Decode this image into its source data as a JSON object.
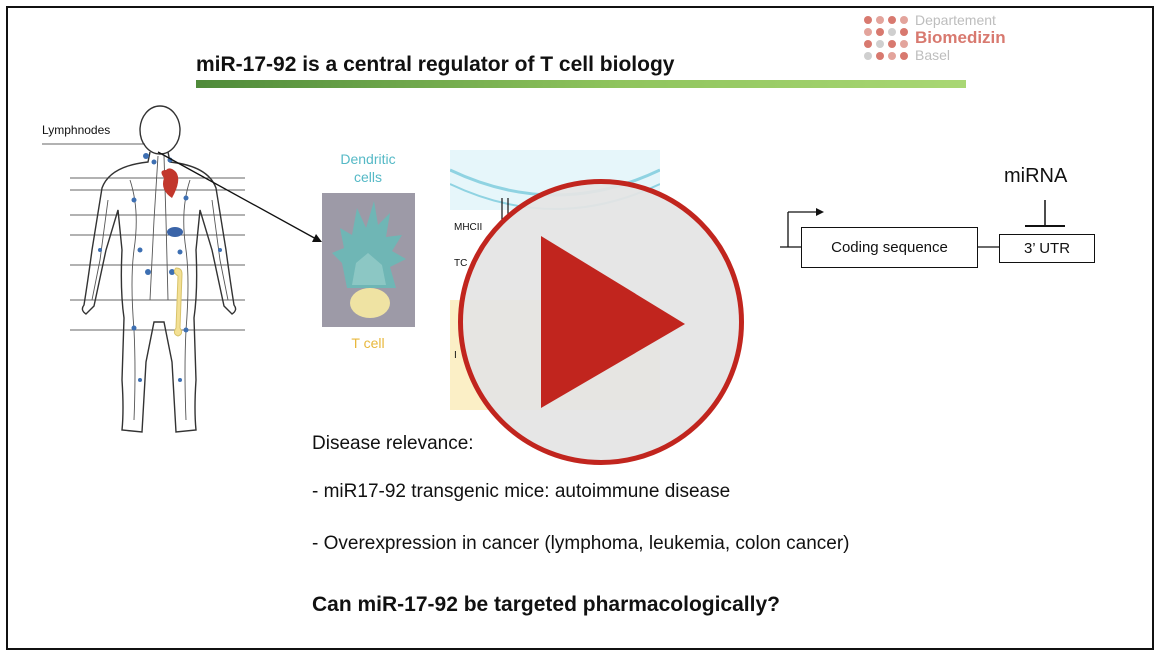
{
  "slide": {
    "title": "miR-17-92 is a central regulator of T cell biology",
    "logo": {
      "line1": "Departement",
      "line2": "Biomedizin",
      "line3": "Basel"
    },
    "figure": {
      "lymphnodes_label": "Lymphnodes",
      "dendritic_label_line1": "Dendritic",
      "dendritic_label_line2": "cells",
      "tcell_label": "T cell",
      "panel_label_mhc": "MHCII",
      "panel_label_tc": "TC",
      "panel_label_i": "I"
    },
    "diagram": {
      "mirna_label": "miRNA",
      "coding_label": "Coding sequence",
      "utr_label": "3’ UTR"
    },
    "disease": {
      "heading": "Disease relevance:",
      "item1": "- miR17-92 transgenic mice: autoimmune disease",
      "item2": "- Overexpression in cancer (lymphoma, leukemia, colon cancer)"
    },
    "question": "Can miR-17-92 be targeted pharmacologically?"
  },
  "colors": {
    "play_ring": "#c1251e",
    "play_triangle": "#c1251e",
    "title_bar_start": "#4f8a3a",
    "title_bar_end": "#a9d774",
    "dendritic_text": "#55b9c6",
    "tcell_text": "#e8b83d",
    "logo_accent": "#d8796f"
  },
  "icons": {
    "play": "play-triangle-icon"
  }
}
